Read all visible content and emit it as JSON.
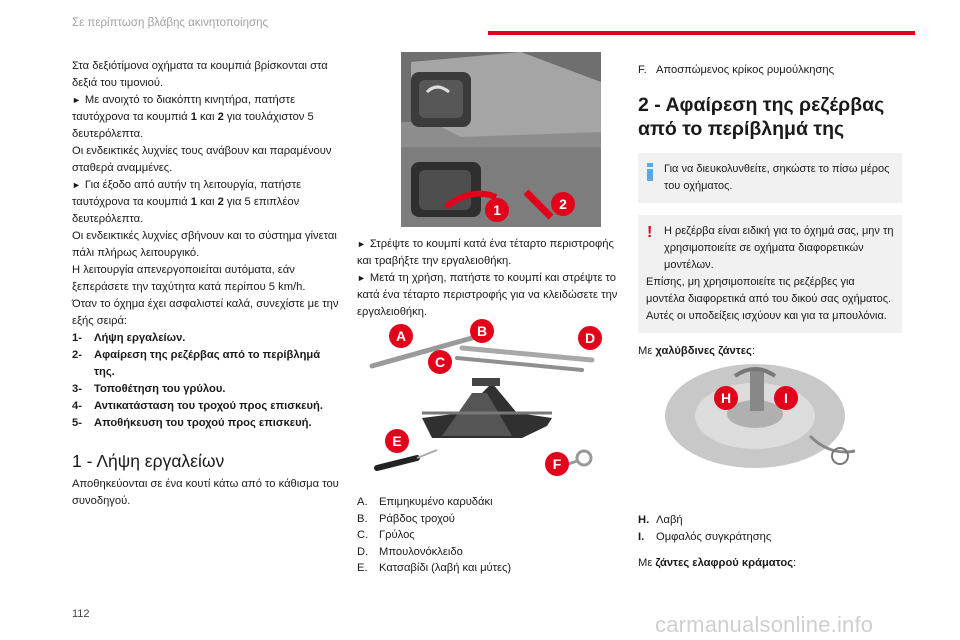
{
  "header": {
    "title": "Σε περίπτωση βλάβης ακινητοποίησης"
  },
  "page_number": "112",
  "col1": {
    "p1": "Στα δεξιότίμονα οχήματα τα κουμπιά βρίσκονται στα δεξιά του τιμονιού.",
    "p2a": "Με ανοιχτό το διακόπτη κινητήρα, πατήστε ταυτόχρονα τα κουμπιά ",
    "p2b1": "1",
    "p2c": " και ",
    "p2b2": "2",
    "p2d": " για τουλάχιστον 5 δευτερόλεπτα.",
    "p3": "Οι ενδεικτικές λυχνίες τους ανάβουν και παραμένουν σταθερά αναμμένες.",
    "p4a": "Για έξοδο από αυτήν τη λειτουργία, πατήστε ταυτόχρονα τα κουμπιά ",
    "p4b1": "1",
    "p4c": " και ",
    "p4b2": "2",
    "p4d": " για 5 επιπλέον δευτερόλεπτα.",
    "p5": "Οι ενδεικτικές λυχνίες σβήνουν και το σύστημα γίνεται πάλι πλήρως λειτουργικό.",
    "p6": "Η λειτουργία απενεργοποιείται αυτόματα, εάν ξεπεράσετε την ταχύτητα κατά περίπου 5 km/h.",
    "p7": "Όταν το όχημα έχει ασφαλιστεί καλά, συνεχίστε με την εξής σειρά:",
    "steps": [
      {
        "n": "1-",
        "t": "Λήψη εργαλείων."
      },
      {
        "n": "2-",
        "t": "Αφαίρεση της ρεζέρβας από το περίβλημά της."
      },
      {
        "n": "3-",
        "t": "Τοποθέτηση του γρύλου."
      },
      {
        "n": "4-",
        "t": "Αντικατάσταση του τροχού προς επισκευή."
      },
      {
        "n": "5-",
        "t": "Αποθήκευση του τροχού προς επισκευή."
      }
    ],
    "section_title": "1 - Λήψη εργαλείων",
    "section_text": "Αποθηκεύονται σε ένα κουτί κάτω από το κάθισμα του συνοδηγού."
  },
  "col2": {
    "photo_labels": [
      "1",
      "2"
    ],
    "p1": "Στρέψτε το κουμπί κατά ένα τέταρτο περιστροφής και τραβήξτε την εργαλειοθήκη.",
    "p2": "Μετά τη χρήση, πατήστε το κουμπί και στρέψτε το κατά ένα τέταρτο περιστροφής για να κλειδώσετε την εργαλειοθήκη.",
    "tool_labels": [
      "A",
      "B",
      "C",
      "D",
      "E",
      "F"
    ],
    "legend": [
      {
        "k": "A.",
        "v": "Επιμηκυμένο καρυδάκι"
      },
      {
        "k": "B.",
        "v": "Ράβδος τροχού"
      },
      {
        "k": "C.",
        "v": "Γρύλος"
      },
      {
        "k": "D.",
        "v": "Μπουλονόκλειδο"
      },
      {
        "k": "E.",
        "v": "Κατσαβίδι (λαβή και μύτες)"
      }
    ]
  },
  "col3": {
    "legend_f": {
      "k": "F.",
      "v": "Αποσπώμενος κρίκος ρυμούλκησης"
    },
    "title": "2 - Αφαίρεση της ρεζέρβας από το περίβλημά της",
    "info": "Για να διευκολυνθείτε, σηκώστε το πίσω μέρος του οχήματος.",
    "warn_mark": "!",
    "warn1": "Η ρεζέρβα είναι ειδική για το όχημά σας, μην τη χρησιμοποιείτε σε οχήματα διαφορετικών μοντέλων.",
    "warn2": "Επίσης, μη χρησιμοποιείτε τις ρεζέρβες για μοντέλα διαφορετικά από του δικού σας οχήματος.",
    "warn3": "Αυτές οι υποδείξεις ισχύουν και για τα μπουλόνια.",
    "steel_a": "Με ",
    "steel_b": "χαλύβδινες ζάντες",
    "steel_c": ":",
    "wheel_labels": [
      "H",
      "I"
    ],
    "legend": [
      {
        "k": "H.",
        "v": "Λαβή"
      },
      {
        "k": "I.",
        "v": "Ομφαλός συγκράτησης"
      }
    ],
    "alloy_a": "Με ",
    "alloy_b": "ζάντες ελαφρού κράματος",
    "alloy_c": ":"
  },
  "watermark": "carmanualsonline.info",
  "colors": {
    "accent_red": "#e2001a",
    "info_blue": "#5aa9e6",
    "note_bg": "#f1f1f1"
  }
}
